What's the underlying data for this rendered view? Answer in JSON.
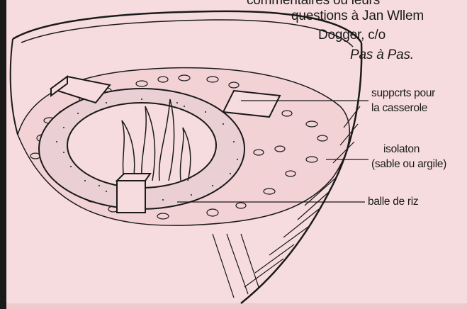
{
  "header": {
    "line1": "commentaires ou leurs",
    "line2": "questions à Jan Wllem",
    "line3": "Dogger, c/o",
    "line4": "Pas à Pas."
  },
  "labels": {
    "supports_l1": "suppcrts pour",
    "supports_l2": "la casserole",
    "isolation_l1": "isolaton",
    "isolation_l2": "(sable ou argile)",
    "husk": "balle de riz"
  },
  "colors": {
    "background": "#f7dcdf",
    "ink": "#1a1a1a"
  }
}
